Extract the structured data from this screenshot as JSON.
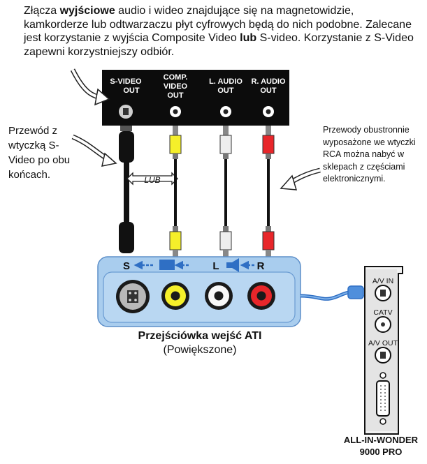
{
  "intro": {
    "part1": "Złącza ",
    "bold1": "wyjściowe",
    "part2": " audio i wideo znajdujące się na magnetowidzie, kamkorderze lub odtwarzaczu płyt cyfrowych będą do nich podobne. Zalecane jest korzystanie z wyjścia Composite Video ",
    "bold2": "lub",
    "part3": " S-video. Korzystanie z S-Video zapewni korzystniejszy odbiór."
  },
  "source_panel": {
    "svideo_out": [
      "S-VIDEO",
      "OUT"
    ],
    "comp_video_out": [
      "COMP.",
      "VIDEO",
      "OUT"
    ],
    "l_audio_out": [
      "L. AUDIO",
      "OUT"
    ],
    "r_audio_out": [
      "R. AUDIO",
      "OUT"
    ]
  },
  "left_note": "Przewód z wtyczką S-Video po obu końcach.",
  "lub_label": "LUB",
  "right_note": "Przewody obustronnie wyposażone we wtyczki RCA można nabyć w sklepach z częściami elektronicznymi.",
  "adapter": {
    "s_label": "S",
    "l_label": "L",
    "r_label": "R",
    "title": "Przejściówka wejść ATI",
    "subtitle": "(Powiększone)"
  },
  "card": {
    "av_in": "A/V IN",
    "catv": "CATV",
    "av_out": "A/V OUT",
    "name_line1": "ALL-IN-WONDER",
    "name_line2": "9000 PRO"
  },
  "colors": {
    "yellow_jack": "#f5ef2a",
    "red_jack": "#e8262a",
    "adapter_fill": "#a9cdee",
    "adapter_blue": "#2f6fc4"
  }
}
